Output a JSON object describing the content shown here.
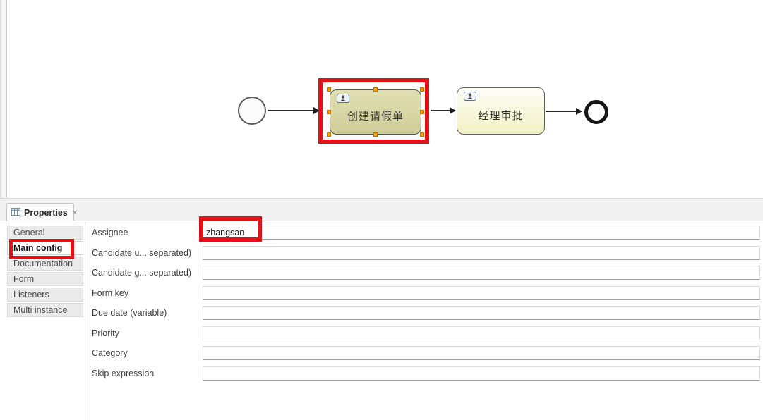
{
  "diagram": {
    "tasks": [
      {
        "label": "创建请假单",
        "selected": true
      },
      {
        "label": "经理审批",
        "selected": false
      }
    ]
  },
  "properties": {
    "view_tab": {
      "label": "Properties",
      "close_glyph": "✕"
    },
    "tabs": [
      {
        "label": "General",
        "selected": false
      },
      {
        "label": "Main config",
        "selected": true
      },
      {
        "label": "Documentation",
        "selected": false
      },
      {
        "label": "Form",
        "selected": false
      },
      {
        "label": "Listeners",
        "selected": false
      },
      {
        "label": "Multi instance",
        "selected": false
      }
    ],
    "fields": [
      {
        "label": "Assignee",
        "value": "zhangsan"
      },
      {
        "label": "Candidate u... separated)",
        "value": ""
      },
      {
        "label": "Candidate g... separated)",
        "value": ""
      },
      {
        "label": "Form key",
        "value": ""
      },
      {
        "label": "Due date (variable)",
        "value": ""
      },
      {
        "label": "Priority",
        "value": ""
      },
      {
        "label": "Category",
        "value": ""
      },
      {
        "label": "Skip expression",
        "value": ""
      }
    ]
  },
  "colors": {
    "annotation_red": "#e01418",
    "selection_handle_orange": "#ff9d00",
    "selected_task_fill": "#d6d5a4",
    "task_fill": "#f6f6d2"
  }
}
